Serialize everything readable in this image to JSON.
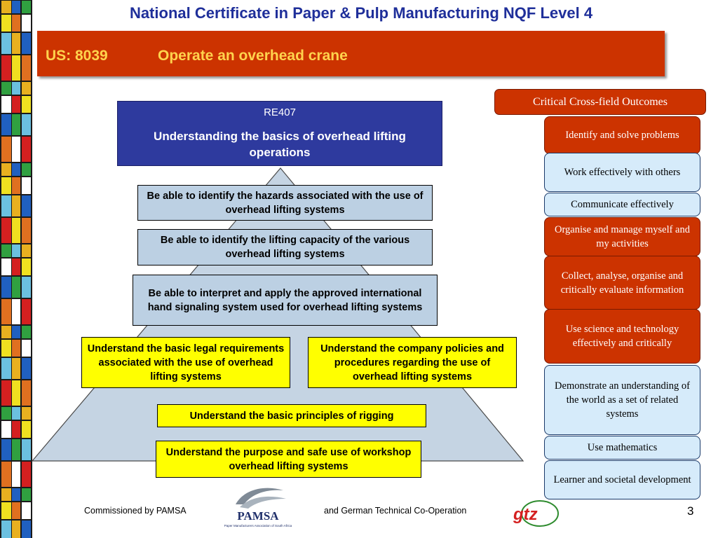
{
  "header": {
    "title": "National Certificate in Paper & Pulp Manufacturing NQF Level 4"
  },
  "unit": {
    "code": "US: 8039",
    "title": "Operate an overhead crane"
  },
  "range_statement": {
    "code": "RE407",
    "title": "Understanding the basics of overhead lifting operations"
  },
  "outcomes": [
    "Be able to identify the hazards associated with the use of overhead lifting systems",
    "Be able to identify the lifting capacity of the various overhead lifting systems",
    "Be able to interpret and apply the approved international hand signaling system used for overhead lifting systems",
    "Understand the basic legal requirements associated with the use of overhead lifting systems",
    "Understand the company policies and procedures regarding the use of overhead lifting systems",
    "Understand the basic principles of rigging",
    "Understand the purpose and safe use of workshop overhead lifting systems"
  ],
  "critical_cross_field": {
    "header": "Critical Cross-field Outcomes",
    "items": [
      "Identify and solve problems",
      "Work effectively with others",
      "Communicate effectively",
      "Organise and manage myself and my activities",
      "Collect, analyse, organise and critically evaluate information",
      "Use science and technology effectively and critically",
      "Demonstrate an understanding of the world as a set of related systems",
      "Use mathematics",
      "Learner and societal development"
    ]
  },
  "footer": {
    "commissioned": "Commissioned by PAMSA",
    "partner": "and German Technical Co-Operation",
    "page_number": "3",
    "pamsa_logo_text": "PAMSA",
    "pamsa_logo_subtext": "Paper Manufacturers Association of South Africa",
    "gtz_logo_text": "gtz"
  },
  "colors": {
    "title_blue": "#1f2f9a",
    "unit_bar": "#cc3300",
    "unit_text": "#ffd34d",
    "range_box": "#2e3a9e",
    "pyramid_fill": "#c5d4e3",
    "outcome_blue": "#bcd0e3",
    "outcome_yellow": "#ffff00",
    "cco_red": "#cc3300",
    "cco_light": "#d6ebfa"
  }
}
